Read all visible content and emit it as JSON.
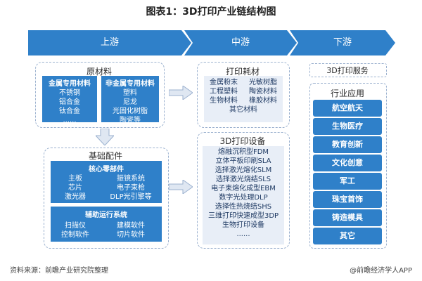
{
  "title": "图表1：3D打印产业链结构图",
  "stages": {
    "upstream": "上游",
    "midstream": "中游",
    "downstream": "下游"
  },
  "upstream": {
    "raw_materials": {
      "label": "原材料",
      "metal": {
        "header": "金属专用材料",
        "items": [
          "不锈钢",
          "铝合金",
          "钛合金",
          "......"
        ]
      },
      "nonmetal": {
        "header": "非金属专用材料",
        "items": [
          "塑料",
          "尼龙",
          "光固化树脂",
          "陶瓷等"
        ]
      }
    },
    "components": {
      "label": "基础配件",
      "core": {
        "header": "核心零部件",
        "rows": [
          [
            "主板",
            "振镜系统"
          ],
          [
            "芯片",
            "电子束枪"
          ],
          [
            "激光器",
            "DLP光引擎等"
          ]
        ]
      },
      "aux": {
        "header": "辅助运行系统",
        "rows": [
          [
            "扫描仪",
            "建模软件"
          ],
          [
            "控制软件",
            "切片软件"
          ]
        ]
      }
    }
  },
  "midstream": {
    "consumables": {
      "label": "打印耗材",
      "rows": [
        [
          "金属粉末",
          "光敏树脂"
        ],
        [
          "工程塑料",
          "陶瓷材料"
        ],
        [
          "生物材料",
          "橡胶材料"
        ]
      ],
      "last": "其它材料"
    },
    "equipment": {
      "label": "3D打印设备",
      "items": [
        "熔融沉积型FDM",
        "立体平板印刷SLA",
        "选择激光熔化SLM",
        "选择激光烧结SLS",
        "电子束熔化成型EBM",
        "数字光处理DLP",
        "选择性热烧结SHS",
        "三维打印快速成型3DP",
        "生物打印设备",
        "......"
      ]
    }
  },
  "downstream": {
    "service_label": "3D打印服务",
    "apps_label": "行业应用",
    "apps": [
      "航空航天",
      "生物医疗",
      "教育创新",
      "文化创意",
      "军工",
      "珠宝首饰",
      "铸造模具",
      "其它"
    ]
  },
  "footer": {
    "source": "资料来源：前瞻产业研究院整理",
    "brand": "@前瞻经济学人APP"
  },
  "colors": {
    "banner": "#2f80c9",
    "box": "#2f80c9",
    "dash": "#9bb1cf"
  }
}
